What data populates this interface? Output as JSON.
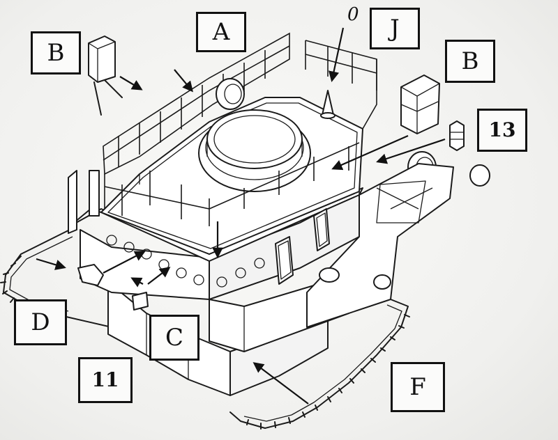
{
  "labels": {
    "A": "A",
    "J": "J",
    "B_left": "B",
    "B_right": "B",
    "thirteen": "13",
    "D": "D",
    "C": "C",
    "eleven": "11",
    "F": "F",
    "zero": "0"
  },
  "colors": {
    "ink": "#111111",
    "paper": "#f2f2f0"
  }
}
